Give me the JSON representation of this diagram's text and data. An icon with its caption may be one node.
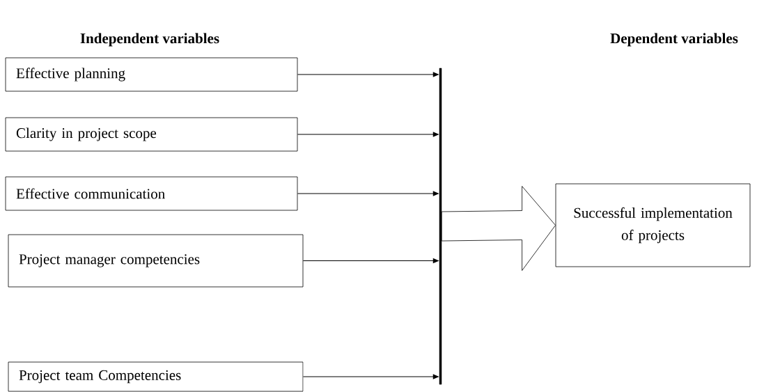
{
  "diagram": {
    "nodes": [
      {
        "text": [
          "Effective planning"
        ]
      },
      {
        "text": [
          "Clarity in project scope"
        ]
      },
      {
        "text": [
          "Effective communication"
        ]
      },
      {
        "text": [
          "Project manager competencies"
        ]
      },
      {
        "text": [
          "Project team Competencies"
        ]
      },
      {
        "text": [],
        "shape": "bar"
      },
      {
        "text": [
          "Successful implementation of projects"
        ]
      }
    ],
    "edges": [
      {
        "from": 0,
        "to": 5,
        "arrow": "to"
      },
      {
        "from": 1,
        "to": 5,
        "arrow": "to"
      },
      {
        "from": 2,
        "to": 5,
        "arrow": "to"
      },
      {
        "from": 3,
        "to": 5,
        "arrow": "to"
      },
      {
        "from": 4,
        "to": 5,
        "arrow": "to"
      },
      {
        "from": 5,
        "to": 6,
        "arrow": "to",
        "style": "thick"
      }
    ],
    "labels": [
      "Independent variables",
      "Dependent variables"
    ]
  }
}
